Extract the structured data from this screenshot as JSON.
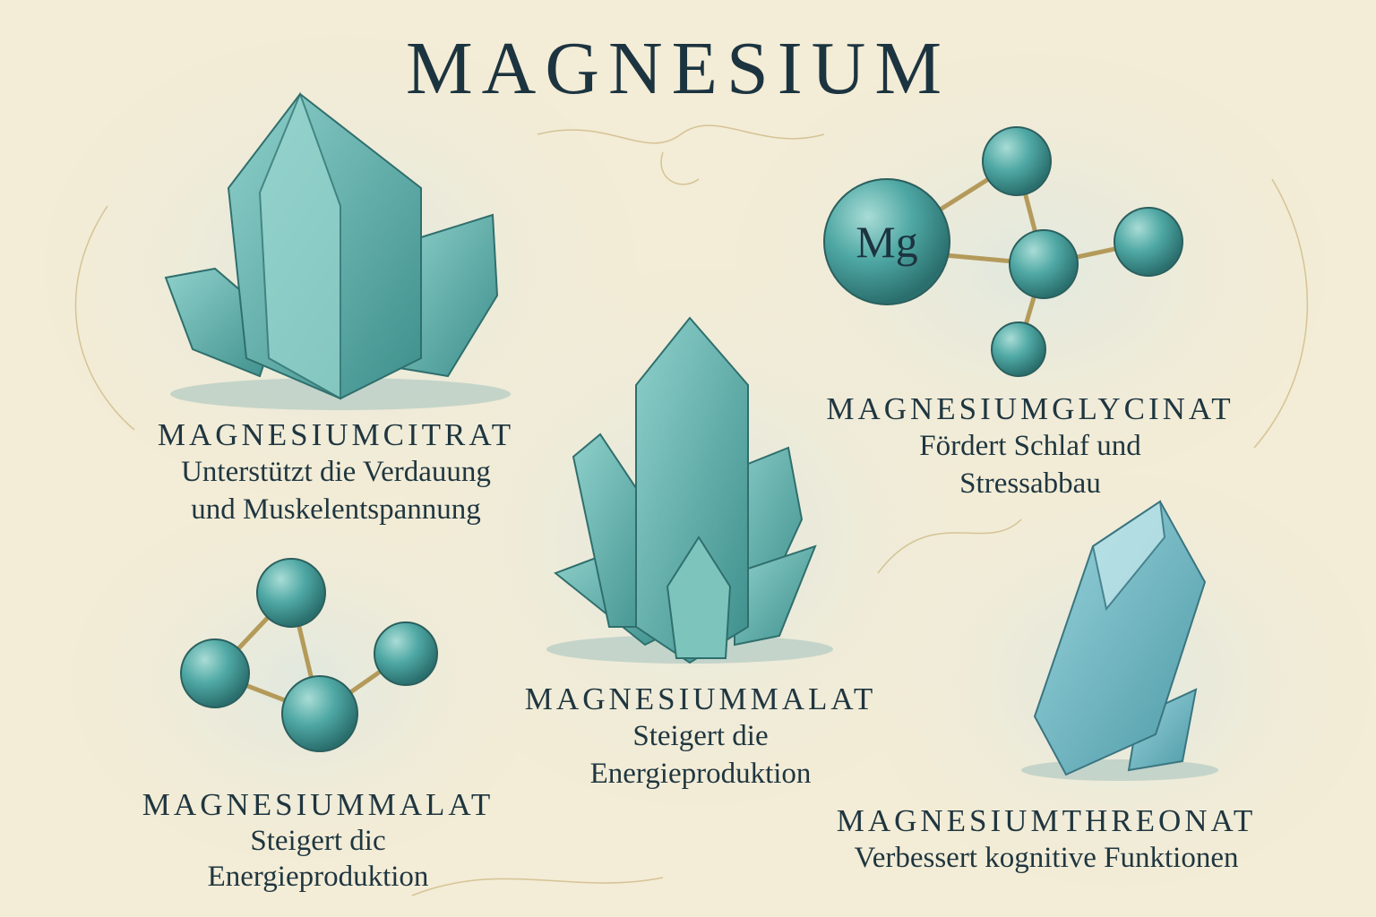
{
  "title": "MAGNESIUM",
  "colors": {
    "background": "#f3ecd6",
    "teal": "#4fa8a4",
    "text": "#1f3640",
    "bond": "#b49a5a"
  },
  "molecule_symbol": "Mg",
  "items": [
    {
      "name": "MAGNESIUMCITRAT",
      "lines": [
        "Unterstützt die Verdauung",
        "und Muskelentspannung"
      ]
    },
    {
      "name": "MAGNESIUMGLYCINAT",
      "lines": [
        "Fördert Schlaf und",
        "Stressabbau"
      ]
    },
    {
      "name": "MAGNESIUMMALAT",
      "lines": [
        "Steigert die",
        "Energieproduktion"
      ]
    },
    {
      "name": "MAGNESIUMMALAT",
      "lines": [
        "Steigert dic",
        "Energieproduktion"
      ]
    },
    {
      "name": "MAGNESIUMTHREONAT",
      "lines": [
        "Verbessert kognitive Funktionen"
      ]
    }
  ]
}
